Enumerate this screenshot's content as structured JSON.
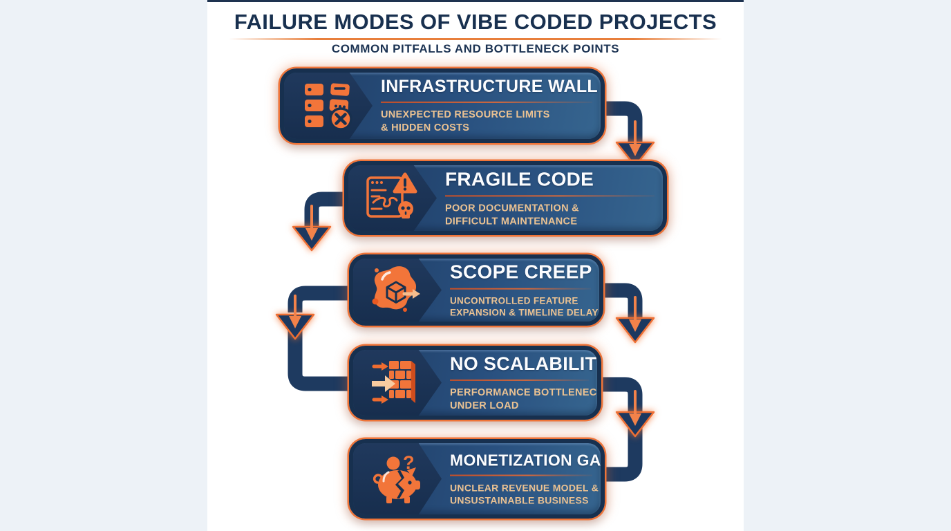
{
  "page": {
    "title": "FAILURE MODES OF VIBE CODED PROJECTS",
    "subtitle": "COMMON PITFALLS AND BOTTLENECK POINTS"
  },
  "colors": {
    "accent_orange": "#ef7438",
    "navy": "#17304f",
    "box_gradient_start": "#1f3e66",
    "box_gradient_end": "#36658f",
    "box_subtitle_text": "#ebc292",
    "title_text": "#18304f"
  },
  "boxes": [
    {
      "id": "infrastructure-wall",
      "icon": "broken-server-stack-icon",
      "title": "INFRASTRUCTURE WALL",
      "subtitle_lines": [
        "UNEXPECTED RESOURCE LIMITS",
        "& HIDDEN COSTS"
      ]
    },
    {
      "id": "fragile-code",
      "icon": "broken-code-window-icon",
      "title": "FRAGILE CODE",
      "subtitle_lines": [
        "POOR DOCUMENTATION &",
        "DIFFICULT MAINTENANCE"
      ]
    },
    {
      "id": "scope-creep",
      "icon": "expanding-blob-cube-icon",
      "title": "SCOPE CREEP",
      "subtitle_lines": [
        "UNCONTROLLED FEATURE",
        "EXPANSION & TIMELINE DELAYS"
      ]
    },
    {
      "id": "no-scalability",
      "icon": "arrows-hitting-brick-wall-icon",
      "title": "NO SCALABILITY",
      "subtitle_lines": [
        "PERFORMANCE BOTTLENECKS",
        "UNDER LOAD"
      ]
    },
    {
      "id": "monetization-gap",
      "icon": "broken-piggy-bank-icon",
      "title": "MONETIZATION GAP",
      "subtitle_lines": [
        "UNCLEAR REVENUE MODEL &",
        "UNSUSTAINABLE BUSINESS"
      ]
    }
  ],
  "flow": [
    {
      "from": "infrastructure-wall",
      "to": "fragile-code",
      "side": "right"
    },
    {
      "from": "fragile-code",
      "to": "scope-creep",
      "side": "left"
    },
    {
      "from": "scope-creep",
      "to": "no-scalability",
      "side": "left"
    },
    {
      "from": "scope-creep",
      "to": "no-scalability",
      "side": "right"
    },
    {
      "from": "no-scalability",
      "to": "monetization-gap",
      "side": "right"
    }
  ]
}
